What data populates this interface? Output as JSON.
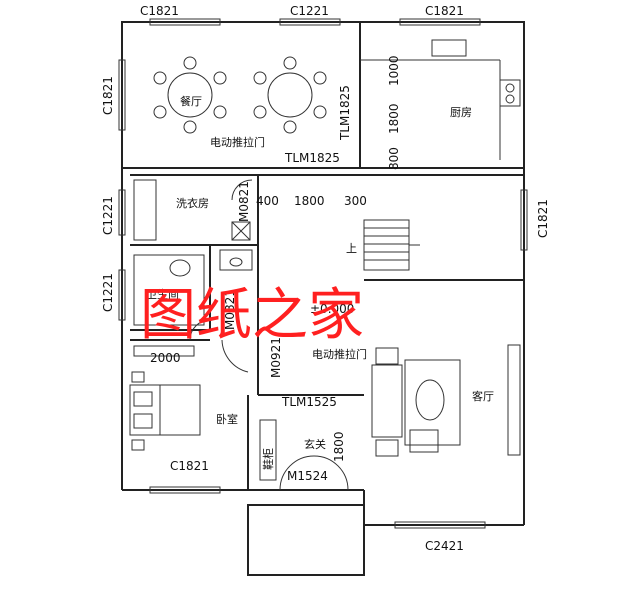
{
  "windows": {
    "top_left": "C1821",
    "top_middle": "C1221",
    "top_right": "C1821",
    "left_dining": "C1821",
    "left_laundry": "C1221",
    "left_bath": "C1221",
    "right_stair": "C1821",
    "bottom_bedroom": "C1821",
    "bottom_living": "C2421"
  },
  "rooms": {
    "dining": "餐厅",
    "kitchen": "厨房",
    "laundry": "洗衣房",
    "bathroom": "卫生间",
    "bedroom": "卧室",
    "living": "客厅",
    "entry": "玄关",
    "shoe_cabinet": "鞋柜"
  },
  "doors": {
    "dining_sliding_label": "电动推拉门",
    "dining_sliding_code": "TLM1825",
    "kitchen_sliding_code": "TLM1825",
    "laundry_door": "M0821",
    "bath_door": "M0821",
    "bedroom_door": "M0921",
    "living_sliding_label": "电动推拉门",
    "entry_sliding_code": "TLM1525",
    "front_door": "M1524"
  },
  "dimensions": {
    "kitchen_d1": "1000",
    "kitchen_d2": "1800",
    "kitchen_d3": "800",
    "hall_d1": "400",
    "hall_d2": "1800",
    "hall_d3": "300",
    "bedroom_w": "2000",
    "entry_h": "1800"
  },
  "labels": {
    "stair_up": "上",
    "elevation": "±0.000"
  },
  "watermark": "图纸之家",
  "colors": {
    "watermark": "#ff2020",
    "lines": "#222222"
  }
}
